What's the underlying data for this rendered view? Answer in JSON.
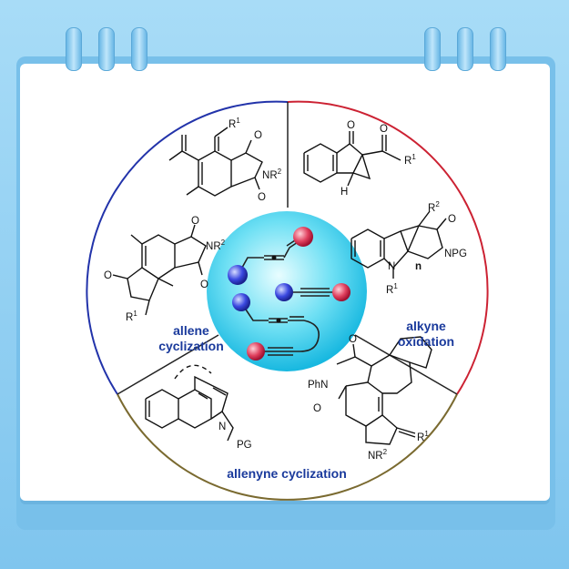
{
  "labels": {
    "allene_line1": "allene",
    "allene_line2": "cyclization",
    "alkyne_line1": "alkyne",
    "alkyne_line2": "oxidation",
    "allenyne": "allenyne cyclization"
  },
  "structure_text": {
    "R1": "R",
    "sup1": "1",
    "R2": "R",
    "sup2": "2",
    "NR": "NR",
    "N": "N",
    "O": "O",
    "H": "H",
    "NPG": "NPG",
    "PG": "PG",
    "Ph": "Ph",
    "n": "n"
  },
  "colors": {
    "allene_arc": "#2233aa",
    "alkyne_arc": "#cc2233",
    "allenyne_arc": "#7a6a30",
    "hub": "#4fd8f0",
    "blue_ball": "#3344dd",
    "red_ball": "#dd3355"
  }
}
